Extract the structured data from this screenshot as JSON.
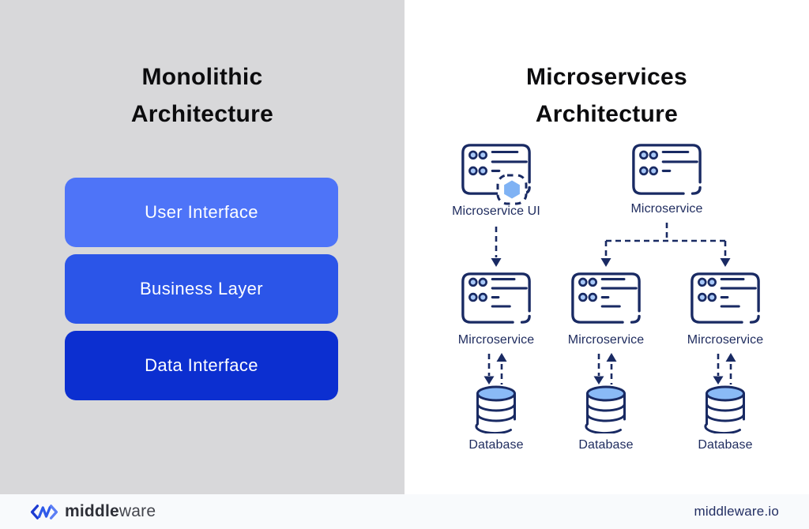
{
  "colors": {
    "left_bg": "#d8d8da",
    "right_bg": "#ffffff",
    "footer_bg": "#f8fafc",
    "navy_stroke": "#192a63",
    "label_navy": "#1e2b5e",
    "icon_circle_fill": "#a9c9f8",
    "hexagon_fill": "#7fb2f4",
    "database_top_fill": "#8abaf6",
    "title_color": "#0c0c0e"
  },
  "monolithic": {
    "title_line1": "Monolithic",
    "title_line2": "Architecture",
    "layers": [
      {
        "label": "User Interface",
        "color": "#4e74f8"
      },
      {
        "label": "Business Layer",
        "color": "#2b55e8"
      },
      {
        "label": "Data Interface",
        "color": "#0c2fd0"
      }
    ]
  },
  "microservices": {
    "title_line1": "Microservices",
    "title_line2": "Architecture",
    "top_nodes": [
      {
        "label": "Microservice UI"
      },
      {
        "label": "Microservice"
      }
    ],
    "mid_nodes": [
      {
        "label": "Mircroservice"
      },
      {
        "label": "Mircroservice"
      },
      {
        "label": "Mircroservice"
      }
    ],
    "db_nodes": [
      {
        "label": "Database"
      },
      {
        "label": "Database"
      },
      {
        "label": "Database"
      }
    ]
  },
  "footer": {
    "brand_bold": "middle",
    "brand_regular": "ware",
    "website": "middleware.io"
  }
}
